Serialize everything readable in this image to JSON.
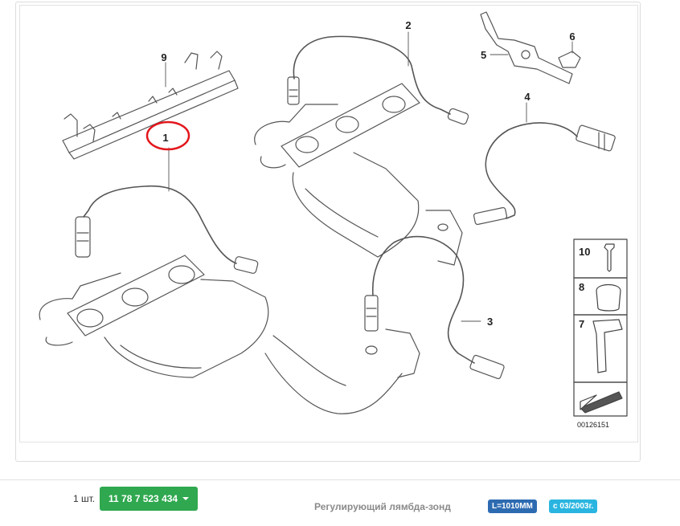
{
  "diagram": {
    "callouts": [
      "1",
      "2",
      "3",
      "4",
      "5",
      "6",
      "9"
    ],
    "side_items": [
      "10",
      "8",
      "7"
    ],
    "diagram_id": "00126151"
  },
  "part": {
    "qty_label": "1 шт.",
    "number": "11 78 7 523 434",
    "description": "Регулирующий лямбда-зонд",
    "badges": [
      "L=1010MM",
      "с 03/2003г."
    ]
  },
  "colors": {
    "button_green": "#2fa84f",
    "badge_blue": "#2d6bb1",
    "badge_cyan": "#2ab5e0",
    "highlight_red": "#e2161c"
  },
  "icons": {
    "dropdown": "chevron-down-icon"
  }
}
